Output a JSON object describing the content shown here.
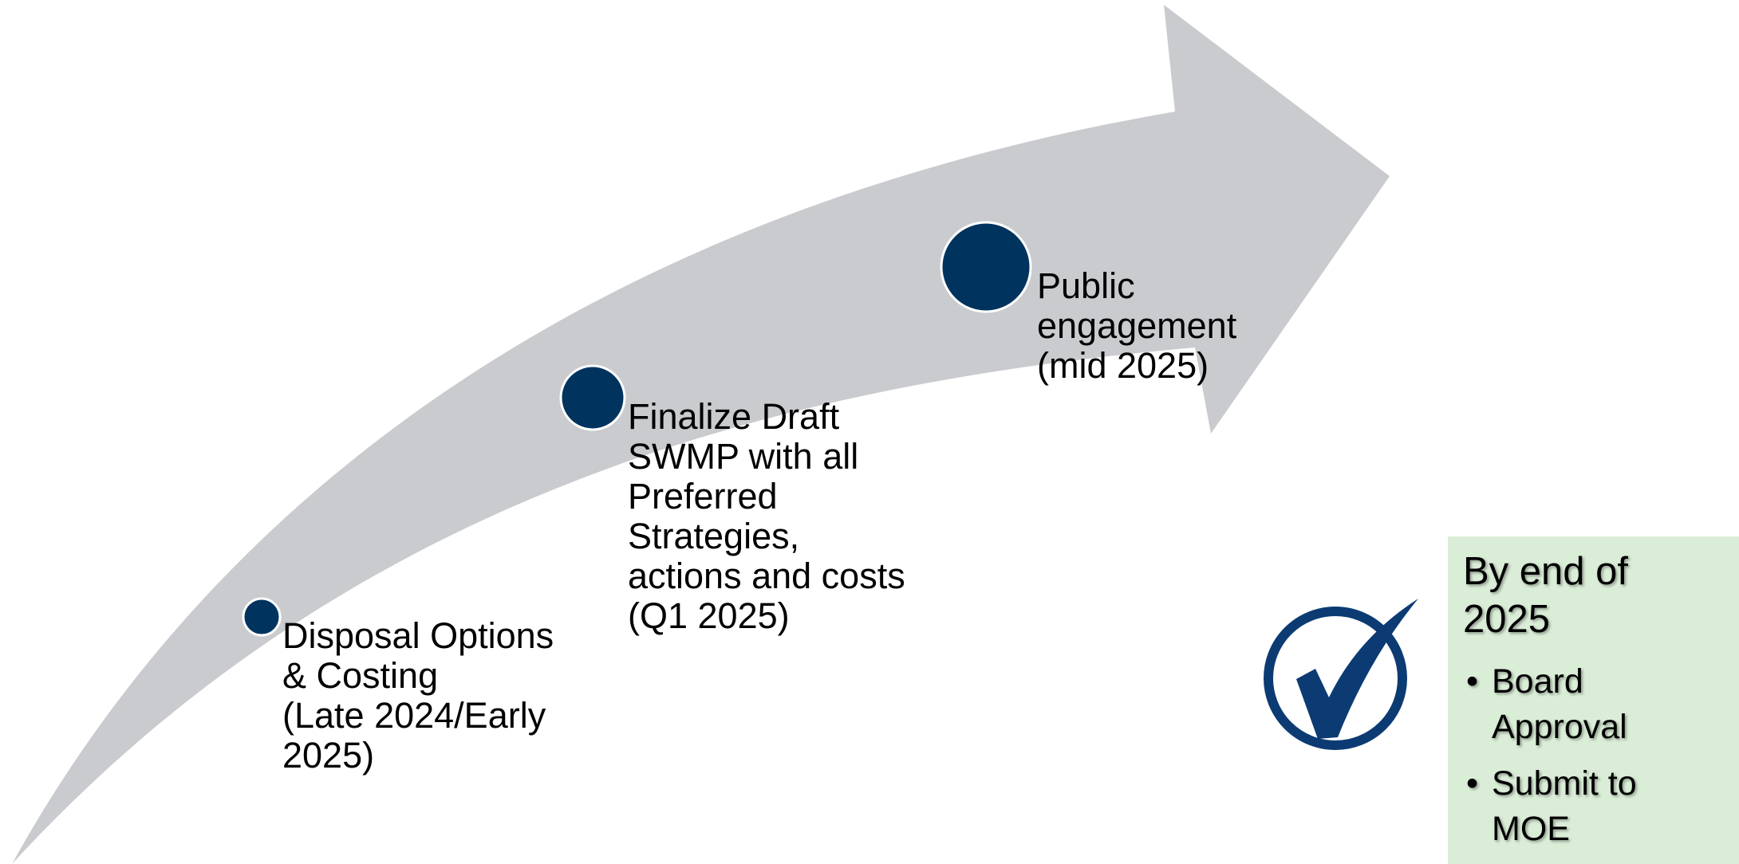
{
  "colors": {
    "arrow": "#c9cbce",
    "milestone_dot": "#00335e",
    "dot_outline": "#ffffff",
    "check": "#0c3b73",
    "callout_bg": "#daedd7",
    "text": "#000000"
  },
  "milestones": [
    {
      "lines": [
        "Disposal Options",
        "& Costing",
        "(Late 2024/Early",
        "2025)"
      ]
    },
    {
      "lines": [
        "Finalize Draft",
        "SWMP with all",
        "Preferred",
        "Strategies,",
        "actions and costs",
        "(Q1 2025)"
      ]
    },
    {
      "lines": [
        "Public",
        "engagement",
        "(mid 2025)"
      ]
    }
  ],
  "callout": {
    "title_lines": [
      "By end of",
      "2025"
    ],
    "icon": "checkmark-icon",
    "items": [
      {
        "bullet": "•",
        "lines": [
          "Board",
          "Approval"
        ]
      },
      {
        "bullet": "•",
        "lines": [
          "Submit to",
          "MOE"
        ]
      }
    ]
  }
}
